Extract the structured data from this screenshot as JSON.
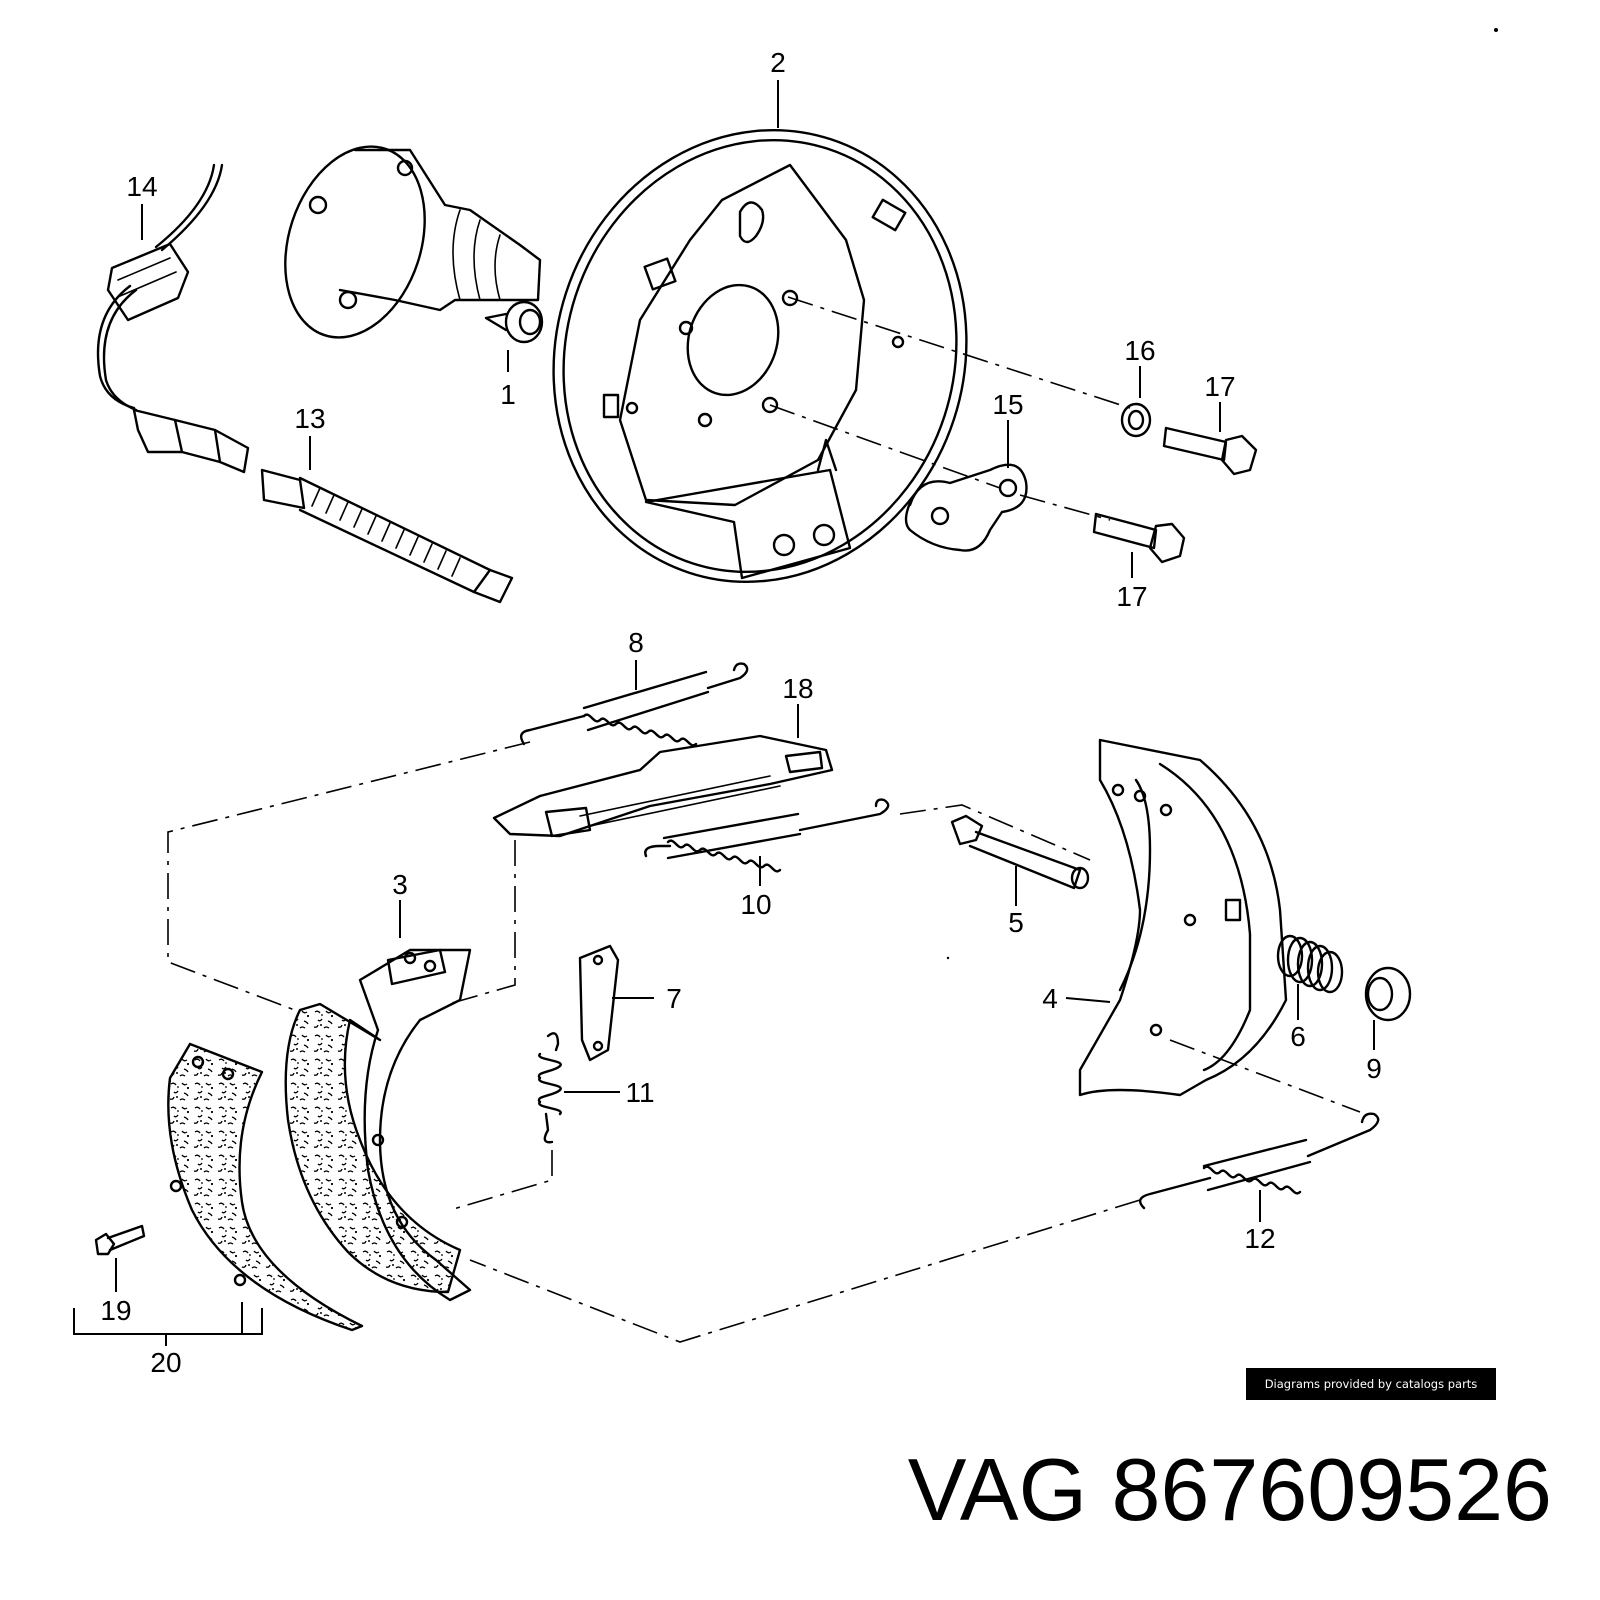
{
  "callouts": [
    {
      "id": "1"
    },
    {
      "id": "2"
    },
    {
      "id": "3"
    },
    {
      "id": "4"
    },
    {
      "id": "5"
    },
    {
      "id": "6"
    },
    {
      "id": "7"
    },
    {
      "id": "8"
    },
    {
      "id": "9"
    },
    {
      "id": "10"
    },
    {
      "id": "11"
    },
    {
      "id": "12"
    },
    {
      "id": "13"
    },
    {
      "id": "14"
    },
    {
      "id": "15"
    },
    {
      "id": "16"
    },
    {
      "id": "17"
    },
    {
      "id": "17b",
      "text": "17"
    },
    {
      "id": "18"
    },
    {
      "id": "19"
    },
    {
      "id": "20"
    }
  ],
  "credit": "Diagrams provided by catalogs parts",
  "part": {
    "brand": "VAG",
    "number": "867609526"
  }
}
